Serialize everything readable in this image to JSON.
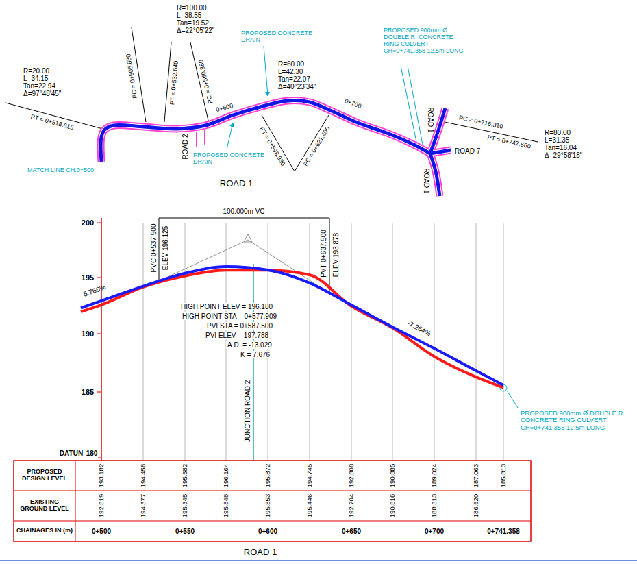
{
  "diagram": {
    "labels": [
      "R=100.00",
      "L=38.55",
      "Tan=19.52",
      "Δ=22°05'22\"",
      "PROPOSED CONCRETE DRAIN",
      "R=20.00",
      "L=34.15",
      "Tan=22.94",
      "Δ=97°48'45\"",
      "R=60.00",
      "L=42.30",
      "Tan=22.07",
      "Δ=40°23'34\"",
      "PROPOSED 900mm Ø DOUBLE R. CONCRETE RING CULVERT CH=0+741.358 12.5m LONG",
      "R=80.00",
      "L=31.35",
      "Tan=16.04",
      "Δ=29°58'18\"",
      "MATCH LINE CH.0+500",
      "ROAD 2",
      "0+600",
      "PROPOSED CONCRETE DRAIN",
      "0+700",
      "ROAD 1",
      "ROAD 7",
      "ROAD 1",
      "ROAD 1",
      "PT = 0+518.615",
      "PC = 0+505.880",
      "PT = 0+532.640",
      "PC = 0+560.380",
      "PT = 0+598.930",
      "PC = 0+621.400",
      "PC = 0+716.310",
      "PT = 0+747.660",
      "100.000m VC",
      "PVC 0+537.500",
      "ELEV 196.125",
      "PVT 0+637.500",
      "ELEV 193.878",
      "HIGH POINT ELEV = 196.180",
      "HIGH POINT STA = 0+577.909",
      "PVI STA = 0+587.500",
      "PVI ELEV = 197.788",
      "A.D. = -13.029",
      "K = 7.676",
      "JUNCTION ROAD 2",
      "5.766%",
      "-7.264%",
      "200",
      "195",
      "190",
      "185",
      "DATUN",
      "180",
      "PROPOSED 900mm Ø DOUBLE R. CONCRETE RING CULVERT CH=0+741.358 12.5m LONG",
      "PROPOSED DESIGN LEVEL",
      "EXISTING GROUND LEVEL",
      "CHAINAGES IN (m)",
      "193.182",
      "194.458",
      "195.582",
      "196.164",
      "195.872",
      "194.745",
      "192.808",
      "190.885",
      "189.024",
      "187.063",
      "185.813",
      "192.819",
      "194.377",
      "195.345",
      "195.848",
      "195.853",
      "195.446",
      "192.704",
      "190.816",
      "188.313",
      "186.520",
      "0+500",
      "0+550",
      "0+600",
      "0+650",
      "0+700",
      "0+741.358",
      "ROAD 1"
    ]
  }
}
